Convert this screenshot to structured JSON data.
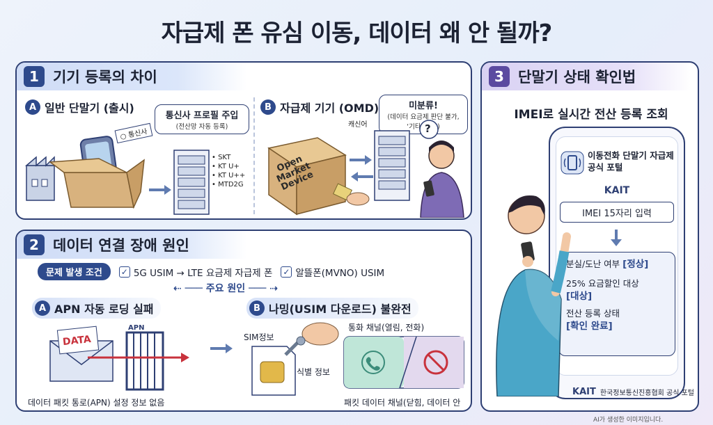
{
  "title": "자급제 폰 유심 이동, 데이터 왜 안 될까?",
  "section1": {
    "number": "1",
    "title": "기기 등록의 차이",
    "a": {
      "letter": "A",
      "label": "일반 단말기 (출시)",
      "tag": "통신사",
      "bubble_title": "통신사 프로필 주입",
      "bubble_sub": "(전산망 자동 등록)",
      "carriers": [
        "SKT",
        "KT U+",
        "KT U++",
        "MTD2G"
      ]
    },
    "b": {
      "letter": "B",
      "label": "자급제 기기 (OMD)",
      "box_text": [
        "Open",
        "Market",
        "Device"
      ],
      "carrier_label": "캐신어",
      "bubble_title": "미분류!",
      "bubble_sub": "(데이터 요금제 판단 불가, ‘기타 단말’)",
      "question": "?"
    }
  },
  "section2": {
    "number": "2",
    "title": "데이터 연결 장애 원인",
    "condition_label": "문제 발생 조건",
    "conditions": [
      "5G USIM → LTE 요금제 자급제 폰",
      "알뜰폰(MVNO) USIM"
    ],
    "main_cause": "주요 원인",
    "a": {
      "letter": "A",
      "label": "APN 자동 로딩 실패",
      "data_tag": "DATA",
      "gate_tag": "APN",
      "caption": "데이터 패킷 통로(APN) 설정 정보 없음"
    },
    "b": {
      "letter": "B",
      "label": "나밍(USIM 다운로드) 불완전",
      "sim_label": "SIM정보",
      "key_label": "식별 정보",
      "channel_top": "통화 채널(열림, 전화)",
      "channel_bottom": "패킷 데이터 채널(닫힘, 데이터 안됨)"
    }
  },
  "section3": {
    "number": "3",
    "title": "단말기 상태 확인법",
    "subtitle": "IMEI로 실시간 전산 등록 조회",
    "portal_title": "이동전화 단말기 자급제 공식 포털",
    "kait": "KAIT",
    "imei_input": "IMEI 15자리 입력",
    "status": [
      {
        "label": "분실/도난 여부",
        "value": "[정상]"
      },
      {
        "label": "25% 요금할인 대상",
        "value": "[대상]"
      },
      {
        "label": "전산 등록 상태",
        "value": "[확인 완료]"
      }
    ],
    "footer_logo": "KAIT",
    "footer_text": "한국정보통신진흥협회 공식 포털"
  },
  "watermark": "AI가 생성한 이미지입니다.",
  "colors": {
    "navy": "#2e3f73",
    "accent": "#2e4a8c",
    "purple": "#5b4aa0",
    "red": "#c8323c",
    "green": "#3c8c7a"
  }
}
